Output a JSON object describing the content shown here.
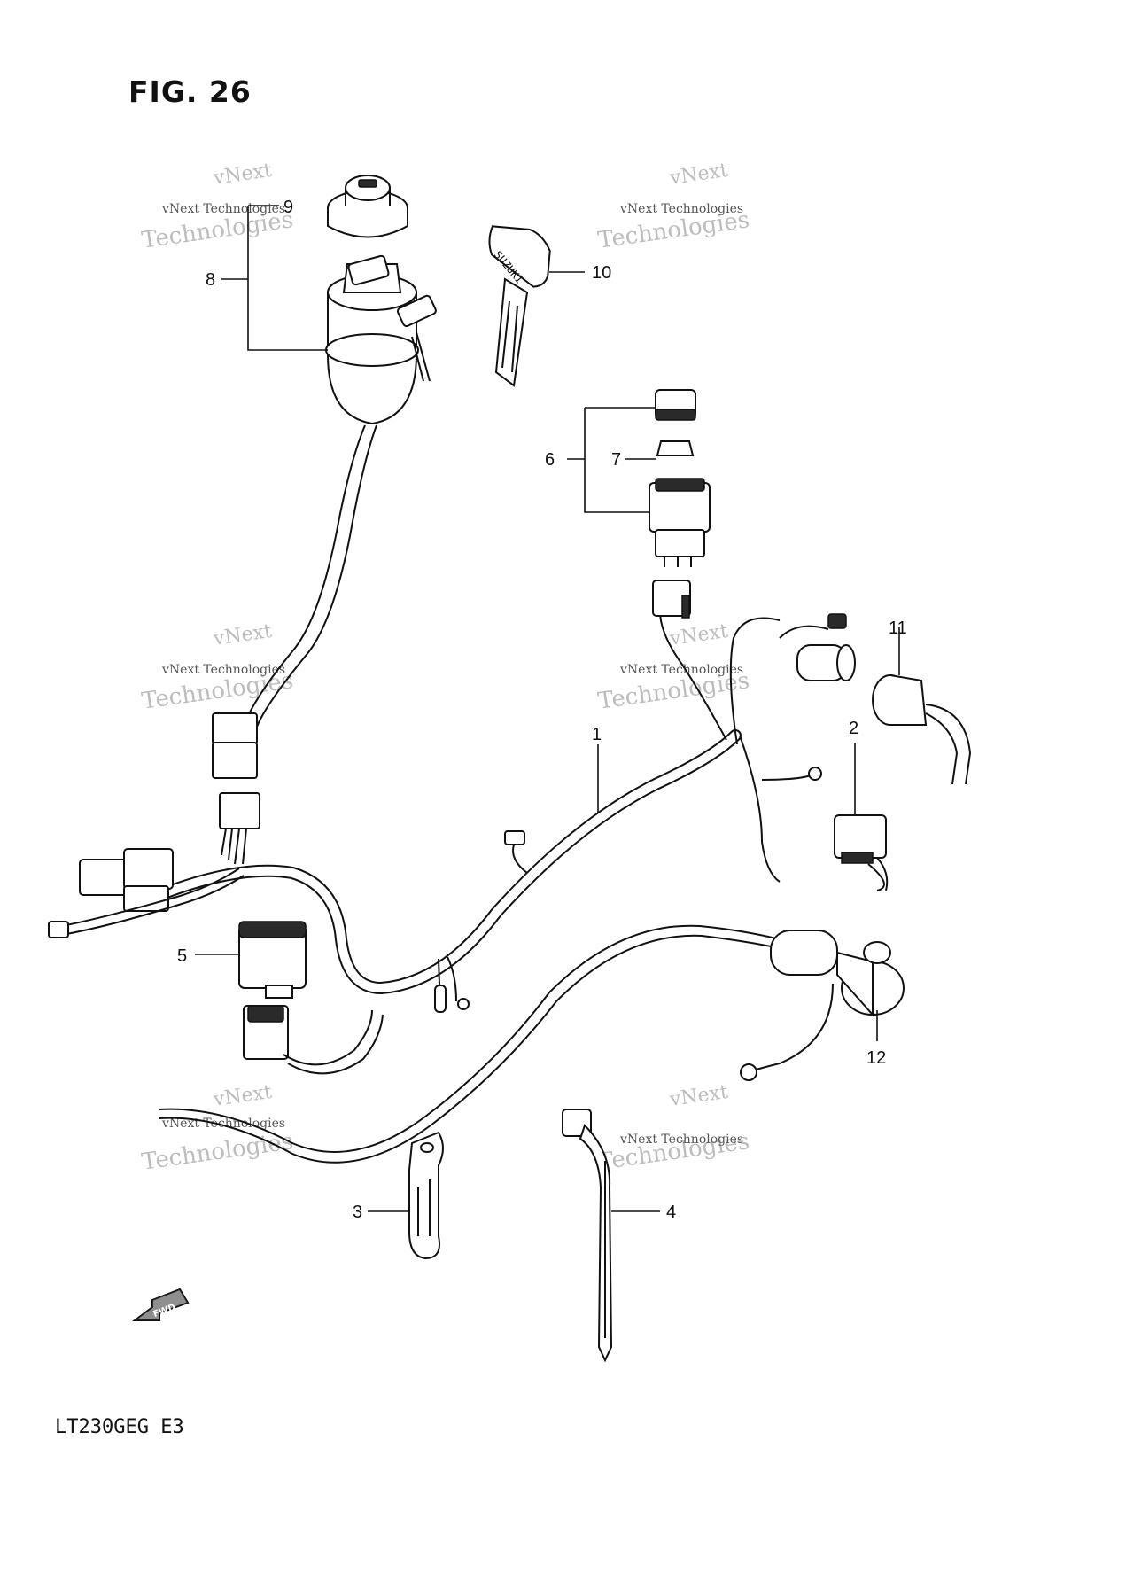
{
  "figure": {
    "title": "FIG. 26",
    "model": "LT230GEG  E3",
    "fwd_label": "FWD"
  },
  "watermark": {
    "line1": "vNext",
    "line2": "Technologies",
    "small": "vNext Technologies"
  },
  "callouts": [
    "1",
    "2",
    "3",
    "4",
    "5",
    "6",
    "7",
    "8",
    "9",
    "10",
    "11",
    "12"
  ],
  "key_text": "SUZUKI"
}
